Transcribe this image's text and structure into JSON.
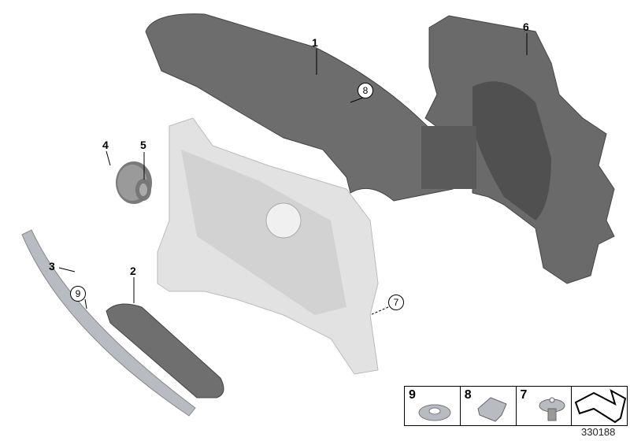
{
  "diagram": {
    "callouts": [
      {
        "id": "1",
        "style": "plain"
      },
      {
        "id": "2",
        "style": "plain"
      },
      {
        "id": "3",
        "style": "plain"
      },
      {
        "id": "4",
        "style": "plain"
      },
      {
        "id": "5",
        "style": "plain"
      },
      {
        "id": "6",
        "style": "plain"
      },
      {
        "id": "7",
        "style": "circled"
      },
      {
        "id": "8",
        "style": "circled"
      },
      {
        "id": "9",
        "style": "circled"
      }
    ],
    "legend": [
      {
        "num": "9",
        "icon": "star-washer-icon"
      },
      {
        "num": "8",
        "icon": "spring-clip-icon"
      },
      {
        "num": "7",
        "icon": "push-rivet-icon"
      },
      {
        "num": "",
        "icon": "bracket-arrow-icon"
      }
    ],
    "doc_number": "330188",
    "colors": {
      "dark_part": "#6b6b6b",
      "light_part": "#e0e0e0",
      "trim": "#b8bcc2"
    }
  }
}
